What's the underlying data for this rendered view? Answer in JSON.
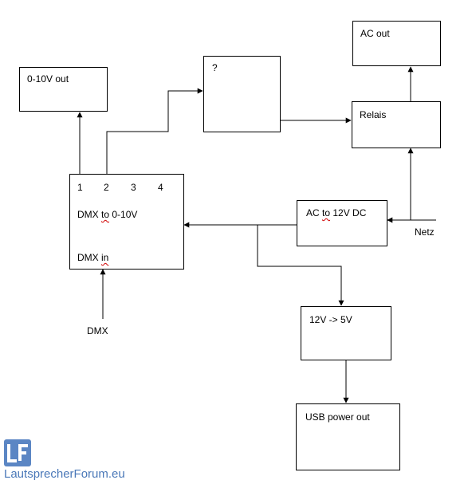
{
  "boxes": {
    "out_010v": "0-10V out",
    "unknown": "?",
    "ac_out": "AC out",
    "relais": "Relais",
    "dmx_converter": {
      "channels": [
        "1",
        "2",
        "3",
        "4"
      ],
      "title_a": "DMX ",
      "title_to": "to",
      "title_b": " 0-10V",
      "input_a": "DMX ",
      "input_in": "in"
    },
    "ac_dc": {
      "a": "AC ",
      "to": "to",
      "b": " 12V DC"
    },
    "step_down": "12V -> 5V",
    "usb_out": "USB power out"
  },
  "labels": {
    "dmx_source": "DMX",
    "mains": "Netz"
  },
  "watermark": {
    "logo_letters": "LF",
    "site": "LautsprecherForum.eu"
  }
}
